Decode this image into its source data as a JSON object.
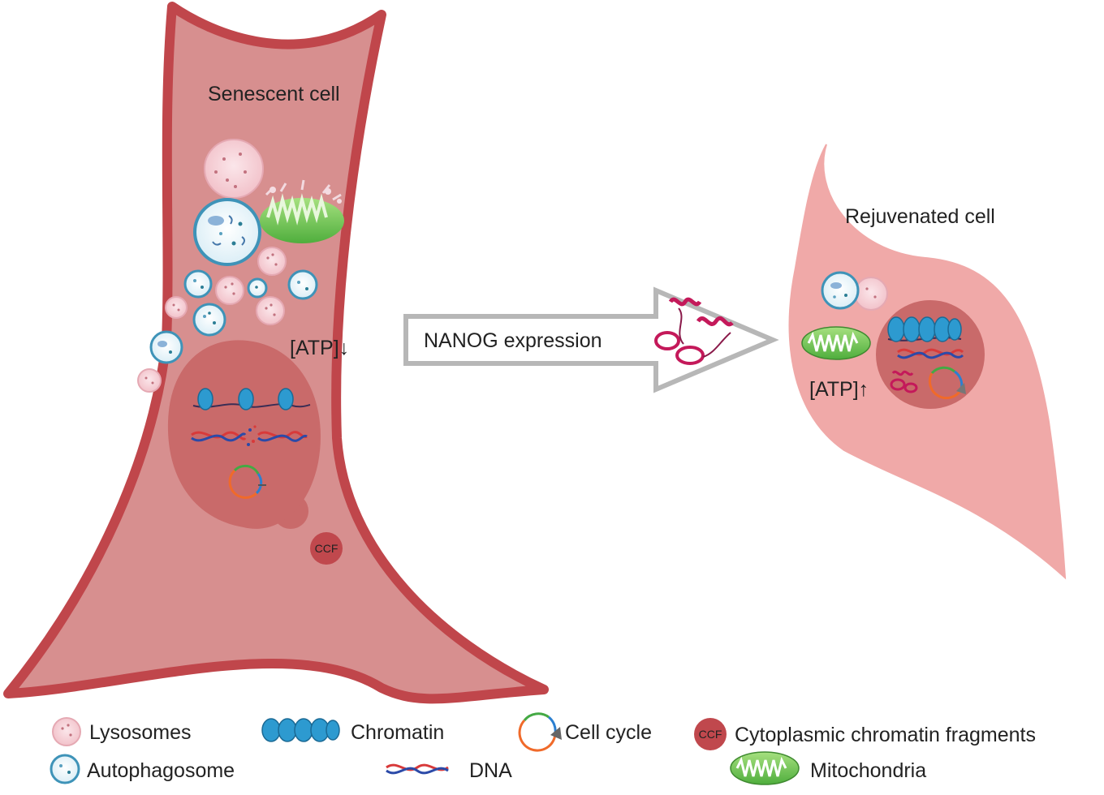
{
  "labels": {
    "senescent_cell": "Senescent cell",
    "rejuvenated_cell": "Rejuvenated cell",
    "nanog_expression": "NANOG expression",
    "atp_down": "[ATP]↓",
    "atp_up": "[ATP]↑",
    "ccf": "CCF"
  },
  "legend": {
    "lysosomes": "Lysosomes",
    "autophagosome": "Autophagosome",
    "chromatin": "Chromatin",
    "dna": "DNA",
    "cell_cycle": "Cell cycle",
    "ccf_icon": "CCF",
    "ccf": "Cytoplasmic chromatin fragments",
    "mitochondria": "Mitochondria"
  },
  "colors": {
    "senescent_fill": "#d78f8f",
    "senescent_outline": "#c0464b",
    "nucleus_fill": "#c96a6a",
    "rejuvenated_fill": "#f0a9a8",
    "lysosome_fill": "#f7d3d8",
    "autophagosome_ring": "#3e93b8",
    "mitochondria_fill": "#7ccf5a",
    "chromatin": "#2d9ad0",
    "dna_red": "#d83a3a",
    "dna_blue": "#2b4aa8",
    "arrow_outline": "#b7b7b7",
    "protein": "#c4195a"
  }
}
